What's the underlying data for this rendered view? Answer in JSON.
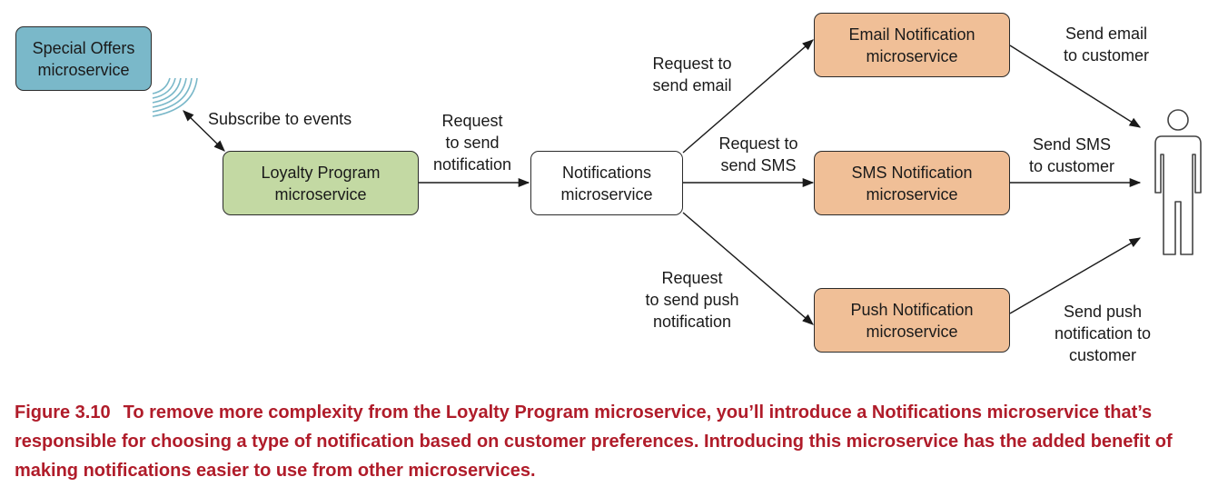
{
  "nodes": {
    "special_offers": "Special Offers\nmicroservice",
    "loyalty_program": "Loyalty Program\nmicroservice",
    "notifications": "Notifications\nmicroservice",
    "email": "Email Notification\nmicroservice",
    "sms": "SMS Notification\nmicroservice",
    "push": "Push Notification\nmicroservice"
  },
  "edge_labels": {
    "subscribe": "Subscribe to events",
    "request_notification": "Request\nto send\nnotification",
    "request_email": "Request to\nsend email",
    "request_sms": "Request to\nsend SMS",
    "request_push": "Request\nto send push\nnotification",
    "send_email": "Send email\nto customer",
    "send_sms": "Send SMS\nto customer",
    "send_push": "Send push\nnotification to\ncustomer"
  },
  "colors": {
    "special_offers": "#7ab8c9",
    "loyalty_program": "#c3d9a3",
    "notifications": "#ffffff",
    "channel": "#f0bf97",
    "caption": "#b01c2a"
  },
  "caption": {
    "figure": "Figure 3.10",
    "text": "To remove more complexity from the Loyalty Program microservice, you’ll introduce a Notifications microservice that’s responsible for choosing a type of notification based on customer preferences. Introducing this microservice has the added benefit of making notifications easier to use from other microservices."
  }
}
